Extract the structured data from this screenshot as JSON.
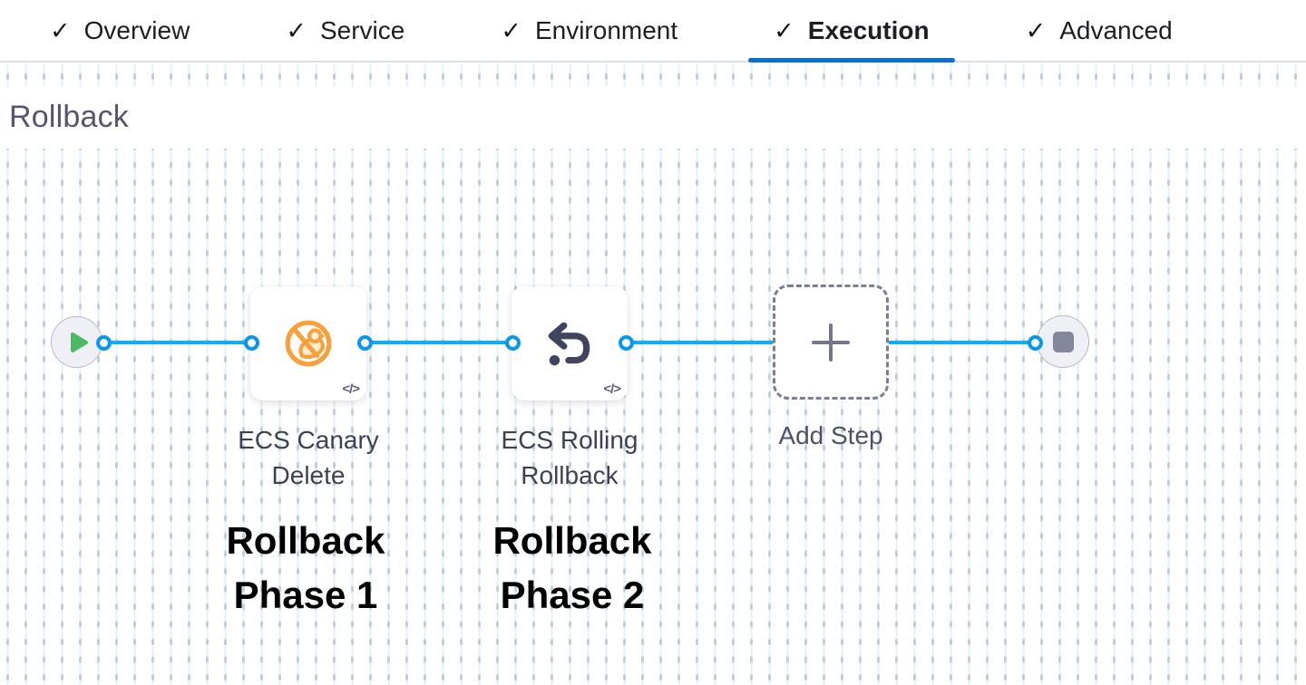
{
  "tabs": {
    "items": [
      {
        "label": "Overview",
        "checked": true,
        "active": false
      },
      {
        "label": "Service",
        "checked": true,
        "active": false
      },
      {
        "label": "Environment",
        "checked": true,
        "active": false
      },
      {
        "label": "Execution",
        "checked": true,
        "active": true
      },
      {
        "label": "Advanced",
        "checked": true,
        "active": false
      }
    ]
  },
  "section": {
    "title": "Rollback"
  },
  "pipeline": {
    "start_node": {
      "icon": "play-icon"
    },
    "end_node": {
      "icon": "stop-icon"
    },
    "steps": [
      {
        "name": "ECS Canary Delete",
        "icon": "canary-delete-icon",
        "code_badge": "</>"
      },
      {
        "name": "ECS Rolling Rollback",
        "icon": "rolling-rollback-icon",
        "code_badge": "</>"
      }
    ],
    "add_step": {
      "label": "Add Step",
      "icon": "plus-icon"
    },
    "annotations": [
      {
        "text": "Rollback Phase 1"
      },
      {
        "text": "Rollback Phase 2"
      }
    ]
  },
  "icons": {
    "check": "✓"
  },
  "colors": {
    "tab_active_underline": "#0b6fd0",
    "edge_blue": "#12adef",
    "port_blue": "#0a96e9",
    "play_green": "#4cba65",
    "canary_orange": "#f9a03c",
    "canary_fill": "#fcefd2",
    "rollback_icon_slate": "#41445e",
    "node_fill": "#eff0f6",
    "node_border": "#b7b9c8",
    "stop_gray": "#84869c",
    "title_slate": "#545671",
    "label_dark": "#3e4053",
    "annotation_black": "#000000"
  }
}
